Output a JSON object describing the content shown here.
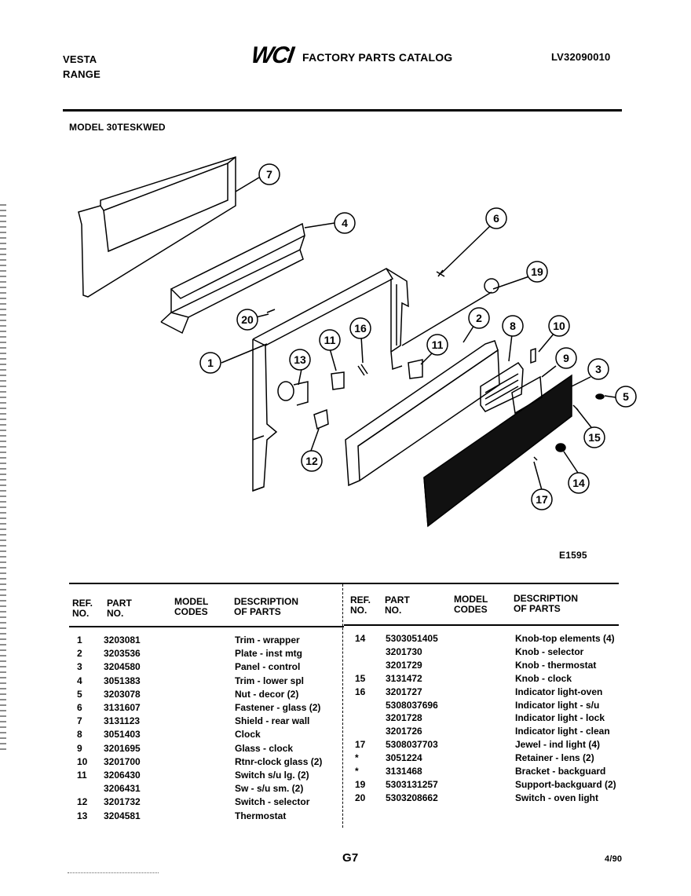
{
  "header": {
    "brand_line1": "VESTA",
    "brand_line2": "RANGE",
    "logo_text": "WCI",
    "catalog_title": "FACTORY PARTS CATALOG",
    "catalog_code": "LV32090010",
    "model": "MODEL 30TESKWED"
  },
  "diagram": {
    "drawing_code": "E1595",
    "callouts": [
      "1",
      "2",
      "3",
      "4",
      "5",
      "6",
      "7",
      "8",
      "9",
      "10",
      "11",
      "11",
      "12",
      "13",
      "14",
      "15",
      "16",
      "17",
      "19",
      "20"
    ]
  },
  "table": {
    "headers": {
      "ref": [
        "REF.",
        "NO."
      ],
      "part": [
        "PART",
        "NO."
      ],
      "model": [
        "MODEL",
        "CODES"
      ],
      "desc": [
        "DESCRIPTION",
        "OF PARTS"
      ]
    },
    "left_rows": [
      {
        "ref": "1",
        "part": "3203081",
        "model": "",
        "desc": "Trim - wrapper"
      },
      {
        "ref": "2",
        "part": "3203536",
        "model": "",
        "desc": "Plate - inst mtg"
      },
      {
        "ref": "3",
        "part": "3204580",
        "model": "",
        "desc": "Panel - control"
      },
      {
        "ref": "4",
        "part": "3051383",
        "model": "",
        "desc": "Trim - lower spl"
      },
      {
        "ref": "5",
        "part": "3203078",
        "model": "",
        "desc": "Nut - decor (2)"
      },
      {
        "ref": "6",
        "part": "3131607",
        "model": "",
        "desc": "Fastener - glass (2)"
      },
      {
        "ref": "7",
        "part": "3131123",
        "model": "",
        "desc": "Shield - rear wall"
      },
      {
        "ref": "8",
        "part": "3051403",
        "model": "",
        "desc": "Clock"
      },
      {
        "ref": "9",
        "part": "3201695",
        "model": "",
        "desc": "Glass - clock"
      },
      {
        "ref": "10",
        "part": "3201700",
        "model": "",
        "desc": "Rtnr-clock glass (2)"
      },
      {
        "ref": "11",
        "part": "3206430",
        "model": "",
        "desc": "Switch s/u lg. (2)"
      },
      {
        "ref": "",
        "part": "3206431",
        "model": "",
        "desc": "Sw - s/u sm. (2)"
      },
      {
        "ref": "12",
        "part": "3201732",
        "model": "",
        "desc": "Switch - selector"
      },
      {
        "ref": "13",
        "part": "3204581",
        "model": "",
        "desc": "Thermostat"
      }
    ],
    "right_rows": [
      {
        "ref": "14",
        "part": "5303051405",
        "model": "",
        "desc": "Knob-top elements (4)"
      },
      {
        "ref": "",
        "part": "3201730",
        "model": "",
        "desc": "Knob - selector"
      },
      {
        "ref": "",
        "part": "3201729",
        "model": "",
        "desc": "Knob - thermostat"
      },
      {
        "ref": "15",
        "part": "3131472",
        "model": "",
        "desc": "Knob - clock"
      },
      {
        "ref": "16",
        "part": "3201727",
        "model": "",
        "desc": "Indicator light-oven"
      },
      {
        "ref": "",
        "part": "5308037696",
        "model": "",
        "desc": "Indicator light - s/u"
      },
      {
        "ref": "",
        "part": "3201728",
        "model": "",
        "desc": "Indicator light - lock"
      },
      {
        "ref": "",
        "part": "3201726",
        "model": "",
        "desc": "Indicator light - clean"
      },
      {
        "ref": "17",
        "part": "5308037703",
        "model": "",
        "desc": "Jewel - ind light (4)"
      },
      {
        "ref": "*",
        "part": "3051224",
        "model": "",
        "desc": "Retainer - lens (2)"
      },
      {
        "ref": "*",
        "part": "3131468",
        "model": "",
        "desc": "Bracket - backguard"
      },
      {
        "ref": "19",
        "part": "5303131257",
        "model": "",
        "desc": "Support-backguard (2)"
      },
      {
        "ref": "20",
        "part": "5303208662",
        "model": "",
        "desc": "Switch - oven light"
      }
    ]
  },
  "footer": {
    "page": "G7",
    "date": "4/90"
  }
}
